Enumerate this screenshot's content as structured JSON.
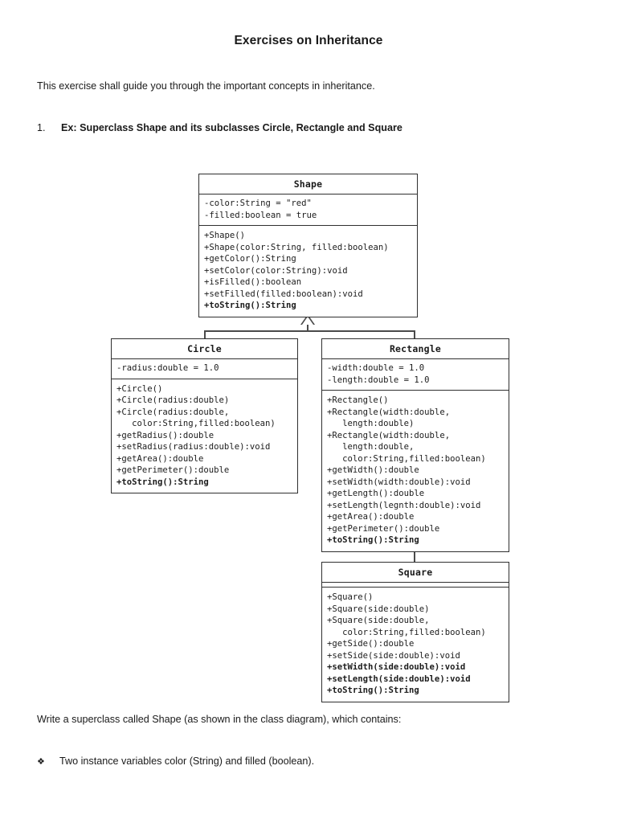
{
  "document": {
    "title": "Exercises on Inheritance",
    "intro": "This exercise shall guide you through the important concepts in inheritance.",
    "numbered_item": {
      "marker": "1.",
      "text": "Ex: Superclass Shape and its subclasses Circle, Rectangle and Square"
    },
    "write_instruction": "Write a superclass called Shape (as shown in the class diagram), which contains:",
    "bullet_item": {
      "glyph": "❖",
      "text": "Two instance variables color (String) and filled (boolean)."
    }
  },
  "diagram": {
    "type": "uml-class-diagram",
    "relationship": "generalization",
    "classes": [
      {
        "name": "Shape",
        "attributes": [
          {
            "text": "-color:String = \"red\"",
            "bold": false
          },
          {
            "text": "-filled:boolean = true",
            "bold": false
          }
        ],
        "operations": [
          {
            "text": "+Shape()",
            "bold": false
          },
          {
            "text": "+Shape(color:String, filled:boolean)",
            "bold": false
          },
          {
            "text": "+getColor():String",
            "bold": false
          },
          {
            "text": "+setColor(color:String):void",
            "bold": false
          },
          {
            "text": "+isFilled():boolean",
            "bold": false
          },
          {
            "text": "+setFilled(filled:boolean):void",
            "bold": false
          },
          {
            "text": "+toString():String",
            "bold": true
          }
        ]
      },
      {
        "name": "Circle",
        "attributes": [
          {
            "text": "-radius:double = 1.0",
            "bold": false
          }
        ],
        "operations": [
          {
            "text": "+Circle()",
            "bold": false
          },
          {
            "text": "+Circle(radius:double)",
            "bold": false
          },
          {
            "text": "+Circle(radius:double,",
            "bold": false
          },
          {
            "text": "   color:String,filled:boolean)",
            "bold": false
          },
          {
            "text": "+getRadius():double",
            "bold": false
          },
          {
            "text": "+setRadius(radius:double):void",
            "bold": false
          },
          {
            "text": "+getArea():double",
            "bold": false
          },
          {
            "text": "+getPerimeter():double",
            "bold": false
          },
          {
            "text": "+toString():String",
            "bold": true
          }
        ]
      },
      {
        "name": "Rectangle",
        "attributes": [
          {
            "text": "-width:double = 1.0",
            "bold": false
          },
          {
            "text": "-length:double = 1.0",
            "bold": false
          }
        ],
        "operations": [
          {
            "text": "+Rectangle()",
            "bold": false
          },
          {
            "text": "+Rectangle(width:double,",
            "bold": false
          },
          {
            "text": "   length:double)",
            "bold": false
          },
          {
            "text": "+Rectangle(width:double,",
            "bold": false
          },
          {
            "text": "   length:double,",
            "bold": false
          },
          {
            "text": "   color:String,filled:boolean)",
            "bold": false
          },
          {
            "text": "+getWidth():double",
            "bold": false
          },
          {
            "text": "+setWidth(width:double):void",
            "bold": false
          },
          {
            "text": "+getLength():double",
            "bold": false
          },
          {
            "text": "+setLength(legnth:double):void",
            "bold": false
          },
          {
            "text": "+getArea():double",
            "bold": false
          },
          {
            "text": "+getPerimeter():double",
            "bold": false
          },
          {
            "text": "+toString():String",
            "bold": true
          }
        ]
      },
      {
        "name": "Square",
        "attributes": [],
        "operations": [
          {
            "text": "+Square()",
            "bold": false
          },
          {
            "text": "+Square(side:double)",
            "bold": false
          },
          {
            "text": "+Square(side:double,",
            "bold": false
          },
          {
            "text": "   color:String,filled:boolean)",
            "bold": false
          },
          {
            "text": "+getSide():double",
            "bold": false
          },
          {
            "text": "+setSide(side:double):void",
            "bold": false
          },
          {
            "text": "+setWidth(side:double):void",
            "bold": true
          },
          {
            "text": "+setLength(side:double):void",
            "bold": true
          },
          {
            "text": "+toString():String",
            "bold": true
          }
        ]
      }
    ]
  }
}
